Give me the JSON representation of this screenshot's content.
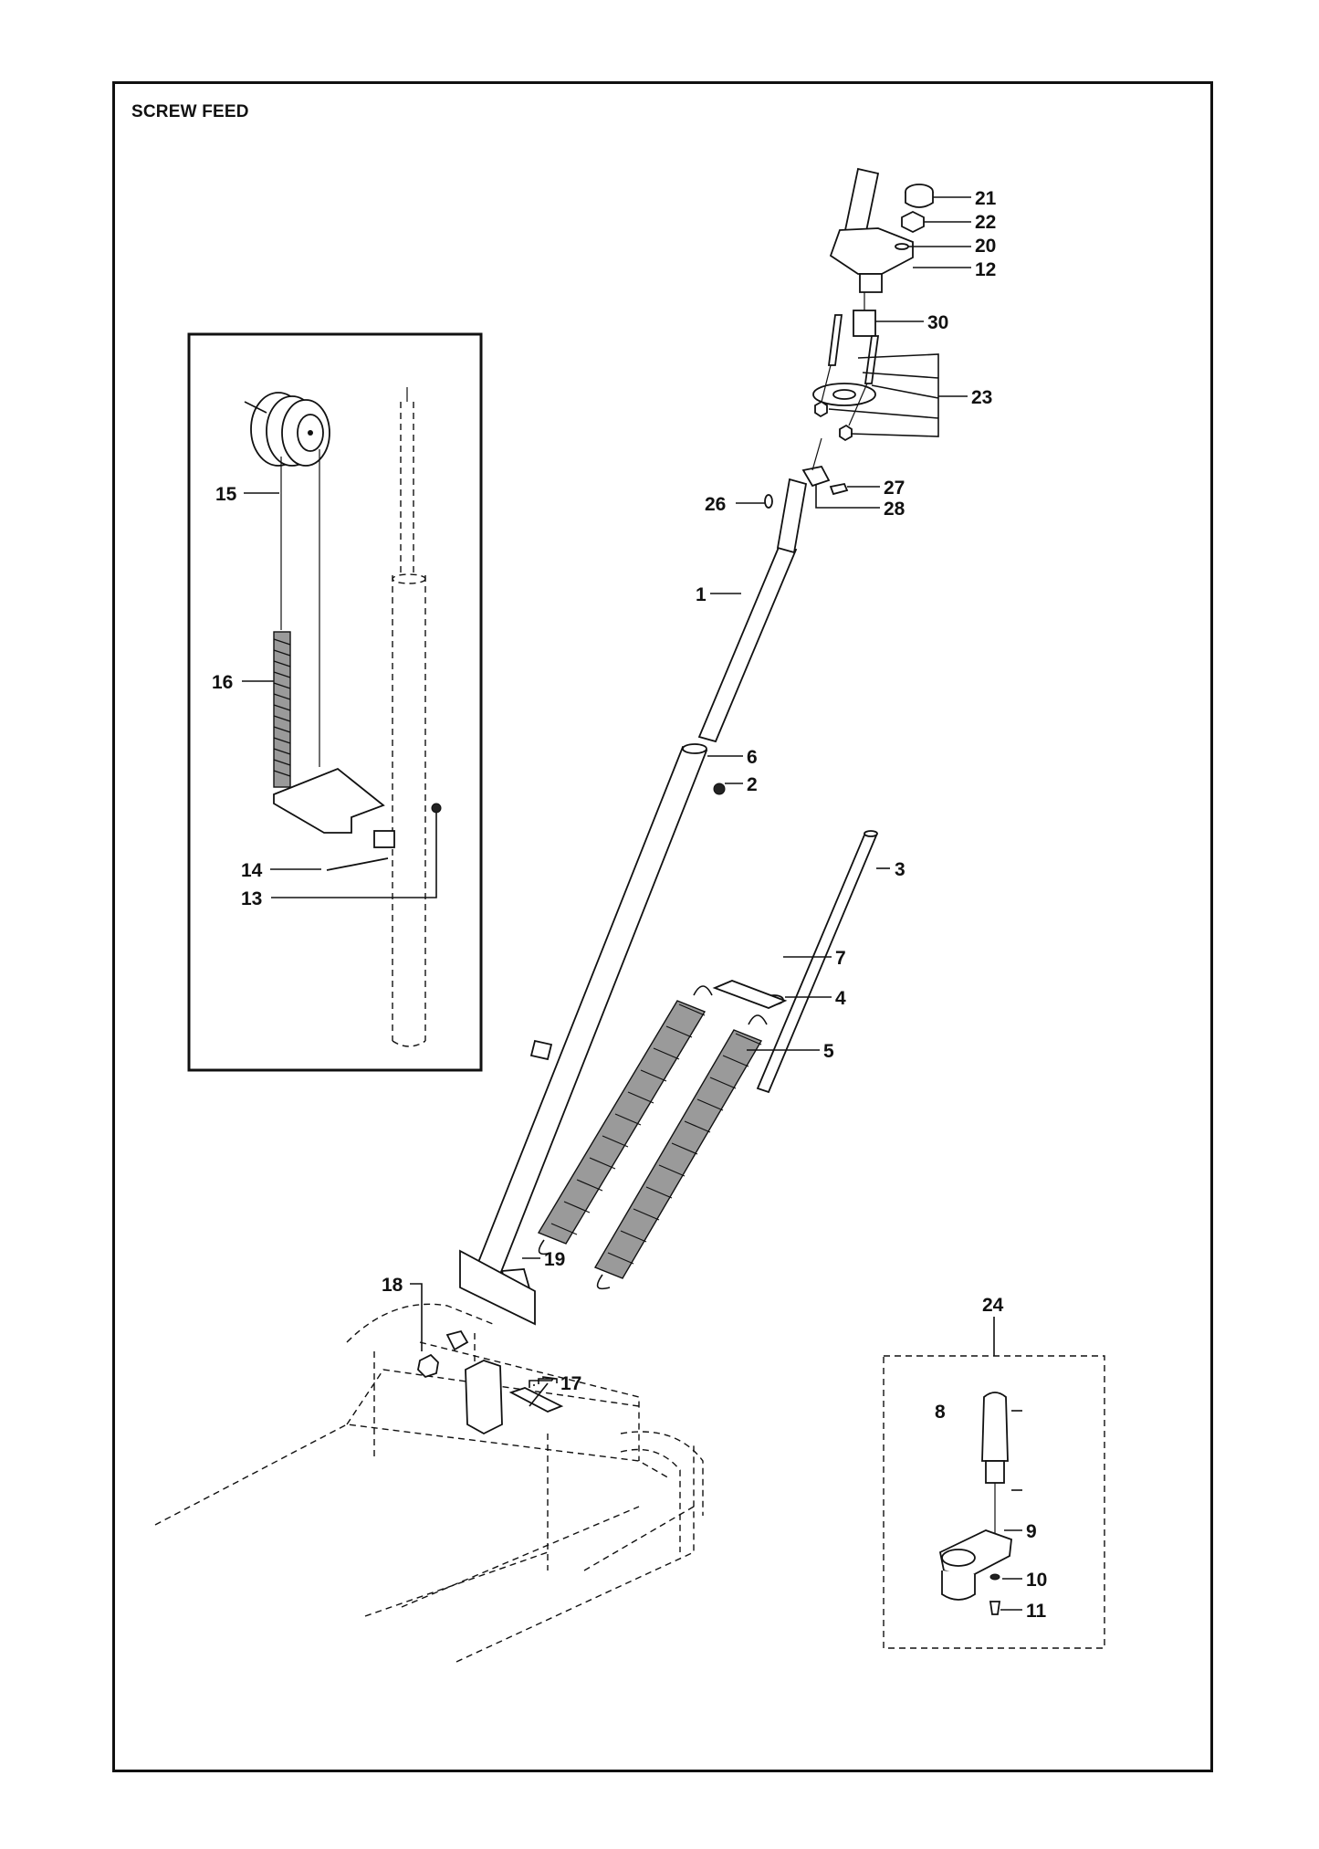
{
  "title": "SCREW FEED",
  "callouts": [
    "1",
    "2",
    "3",
    "4",
    "5",
    "6",
    "7",
    "8",
    "9",
    "10",
    "11",
    "12",
    "13",
    "14",
    "15",
    "16",
    "17",
    "18",
    "19",
    "20",
    "21",
    "22",
    "23",
    "24",
    "26",
    "27",
    "28",
    "30"
  ]
}
